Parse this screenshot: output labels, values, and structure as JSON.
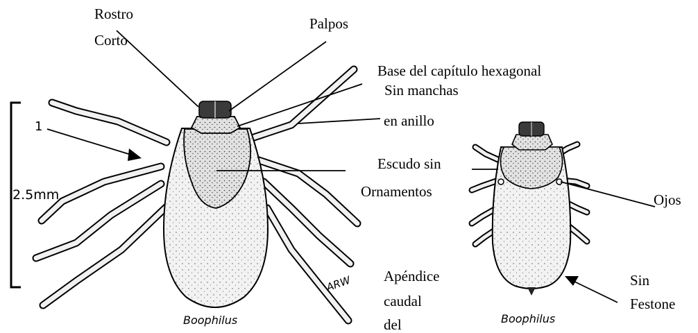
{
  "labels": {
    "rostro_line1": "Rostro",
    "rostro_line2": "Corto",
    "palpos": "Palpos",
    "base_capitulo": "Base del capítulo hexagonal",
    "sin_manchas_line1": "Sin manchas",
    "sin_manchas_line2": "en anillo",
    "escudo_line1": "Escudo sin",
    "escudo_line2": "Ornamentos",
    "ojos": "Ojos",
    "apendice_line1": "Apéndice",
    "apendice_line2": "caudal",
    "apendice_line3": "del",
    "festone_line1": "Sin",
    "festone_line2": "Festone"
  },
  "figure": {
    "scale_label": "2.5mm",
    "pointer_number": "1",
    "caption_left": "Boophilus",
    "caption_right": "Boophilus",
    "artist_initials": "ARW"
  }
}
